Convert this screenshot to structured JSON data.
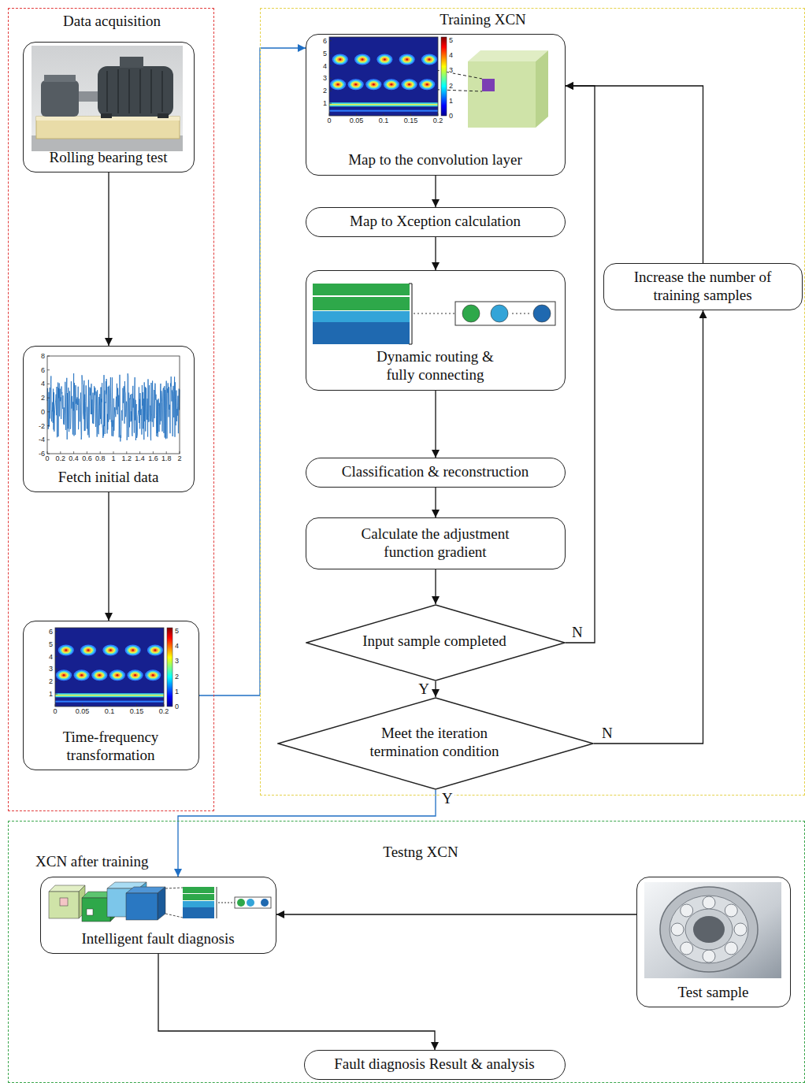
{
  "diagram": {
    "nodes": [
      {
        "text": [
          "Data acquisition"
        ]
      },
      {
        "text": [
          "Rolling bearing test"
        ],
        "in": 0
      },
      {
        "text": [
          "Fetch initial data"
        ],
        "in": 0
      },
      {
        "text": [
          "Time-frequency transformation"
        ],
        "in": 0
      },
      {
        "text": [
          "Training XCN"
        ]
      },
      {
        "text": [
          "Map to the convolution layer"
        ],
        "in": 4
      },
      {
        "text": [
          "Map to Xception calculation"
        ],
        "in": 4
      },
      {
        "text": [
          "Dynamic routing & fully connecting"
        ],
        "in": 4
      },
      {
        "text": [
          "Classification & reconstruction"
        ],
        "in": 4
      },
      {
        "text": [
          "Calculate the adjustment function gradient"
        ],
        "in": 4
      },
      {
        "text": [
          "Input sample completed"
        ],
        "in": 4
      },
      {
        "text": [
          "Meet the iteration termination condition"
        ],
        "in": 4
      },
      {
        "text": [
          "Increase the number of training samples"
        ],
        "in": 4
      },
      {
        "text": [
          "Testng XCN"
        ]
      },
      {
        "text": [
          "Intelligent fault diagnosis"
        ],
        "in": 13
      },
      {
        "text": [
          "Test sample"
        ],
        "in": 13
      },
      {
        "text": [
          "Fault diagnosis Result & analysis"
        ],
        "in": 13
      }
    ],
    "edges": [
      {
        "from": 1,
        "to": 2,
        "arrow": "to"
      },
      {
        "from": 2,
        "to": 3,
        "arrow": "to"
      },
      {
        "from": 3,
        "to": 5,
        "arrow": "to"
      },
      {
        "from": 5,
        "to": 6,
        "arrow": "to"
      },
      {
        "from": 6,
        "to": 7,
        "arrow": "to"
      },
      {
        "from": 7,
        "to": 8,
        "arrow": "to"
      },
      {
        "from": 8,
        "to": 9,
        "arrow": "to"
      },
      {
        "from": 9,
        "to": 10,
        "arrow": "to"
      },
      {
        "from": 10,
        "to": 11,
        "label": "Y",
        "arrow": "to"
      },
      {
        "from": 10,
        "to": 5,
        "label": "N",
        "arrow": "to"
      },
      {
        "from": 11,
        "to": 12,
        "label": "N",
        "arrow": "to"
      },
      {
        "from": 12,
        "to": 5,
        "arrow": "to"
      },
      {
        "from": 11,
        "to": 14,
        "label": "Y",
        "arrow": "to"
      },
      {
        "from": 15,
        "to": 14,
        "arrow": "to"
      },
      {
        "from": 14,
        "to": 16,
        "arrow": "to"
      }
    ],
    "labels": [
      "XCN after training",
      "8",
      "6",
      "4",
      "2",
      "0",
      "-2",
      "-4",
      "-6",
      "0",
      "0.2",
      "0.4",
      "0.6",
      "0.8",
      "1",
      "1.2",
      "1.4",
      "1.6",
      "1.8",
      "2",
      "6",
      "5",
      "4",
      "3",
      "2",
      "1",
      "0",
      "0.05",
      "0.1",
      "0.15",
      "0.2",
      "5",
      "4",
      "3",
      "2",
      "1",
      "0",
      "6",
      "5",
      "4",
      "3",
      "2",
      "1",
      "0",
      "0.05",
      "0.1",
      "0.15",
      "0.2",
      "5",
      "4",
      "3",
      "2",
      "1",
      "0"
    ]
  }
}
